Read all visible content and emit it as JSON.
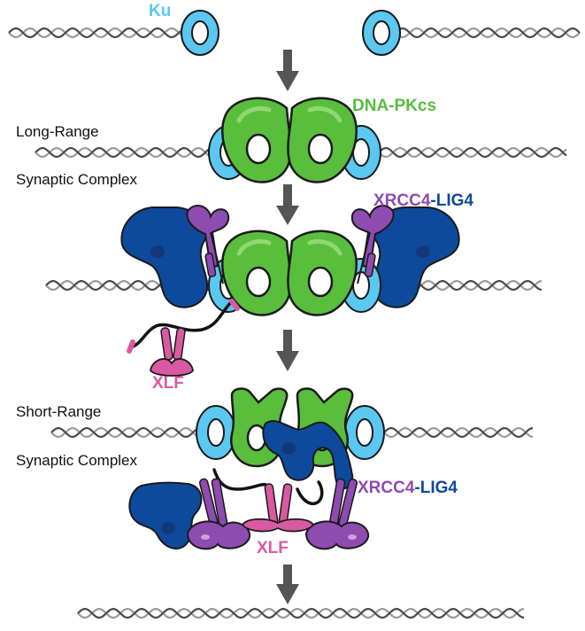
{
  "colors": {
    "ku_fill": "#5ac8f0",
    "ku_stroke": "#1a1a1a",
    "dnapkcs_fill": "#58be3c",
    "dnapkcs_light": "#8fd870",
    "xrcc4_fill": "#8e4bb0",
    "lig4_fill": "#0d4a9c",
    "xlf_fill": "#d85aa2",
    "arrow": "#555555",
    "dna": "#9a9a9a",
    "dna_dark": "#4a4a4a",
    "tether": "#111111"
  },
  "labels": {
    "ku": "Ku",
    "dnapkcs": "DNA-PKcs",
    "long_range_1": "Long-Range",
    "long_range_2": "Synaptic Complex",
    "xrcc4_lig4_a": {
      "xrcc4": "XRCC4",
      "dash": "-",
      "lig4": "LIG4"
    },
    "xlf_a": "XLF",
    "short_range_1": "Short-Range",
    "short_range_2": "Synaptic Complex",
    "xrcc4_lig4_b": {
      "xrcc4": "XRCC4",
      "dash": "-",
      "lig4": "LIG4"
    },
    "xlf_b": "XLF"
  }
}
